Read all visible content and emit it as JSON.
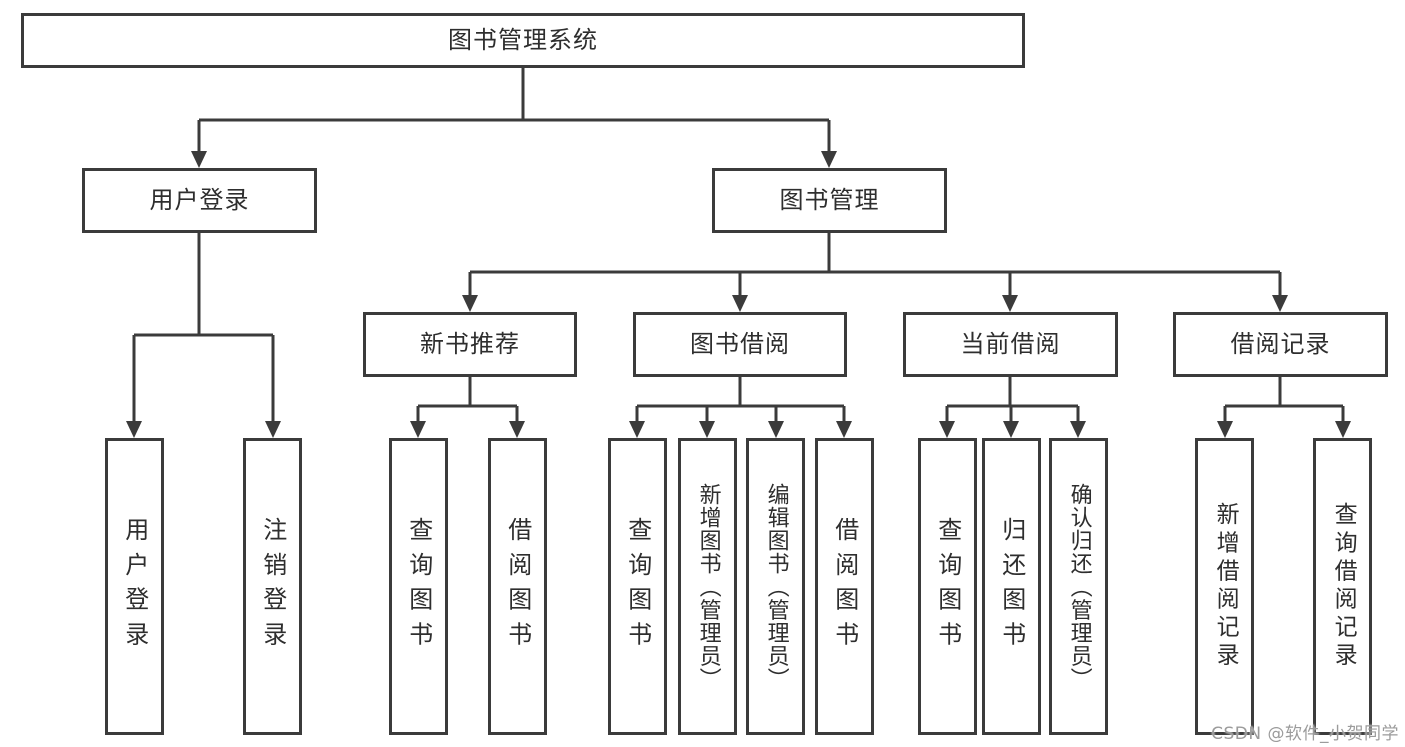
{
  "diagram": {
    "background": "#ffffff",
    "line_color": "#3b3b3b",
    "text_color": "#2e2e2e",
    "watermark_color": "#9b9b9b",
    "nodes": {
      "root": "图书管理系统",
      "user_login": "用户登录",
      "book_mgmt": "图书管理",
      "new_book": "新书推荐",
      "book_borrow": "图书借阅",
      "current_borrow": "当前借阅",
      "borrow_record": "借阅记录",
      "leaf_user_login": "用户登录",
      "leaf_logout": "注销登录",
      "leaf_nb_query": "查询图书",
      "leaf_nb_borrow": "借阅图书",
      "leaf_bb_query": "查询图书",
      "leaf_bb_add": "新增图书（管理员）",
      "leaf_bb_edit": "编辑图书（管理员）",
      "leaf_bb_borrow": "借阅图书",
      "leaf_cb_query": "查询图书",
      "leaf_cb_return": "归还图书",
      "leaf_cb_confirm": "确认归还（管理员）",
      "leaf_br_add": "新增借阅记录",
      "leaf_br_query": "查询借阅记录"
    },
    "hierarchy": {
      "图书管理系统": {
        "用户登录": [
          "用户登录",
          "注销登录"
        ],
        "图书管理": {
          "新书推荐": [
            "查询图书",
            "借阅图书"
          ],
          "图书借阅": [
            "查询图书",
            "新增图书（管理员）",
            "编辑图书（管理员）",
            "借阅图书"
          ],
          "当前借阅": [
            "查询图书",
            "归还图书",
            "确认归还（管理员）"
          ],
          "借阅记录": [
            "新增借阅记录",
            "查询借阅记录"
          ]
        }
      }
    },
    "watermark": "CSDN @软件_小贺同学"
  }
}
